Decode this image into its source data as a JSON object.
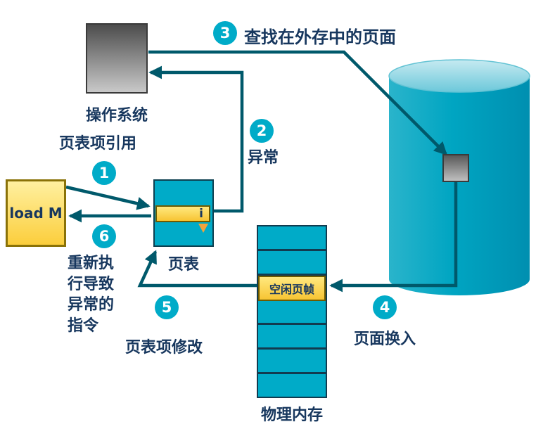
{
  "colors": {
    "teal": "#00ABC8",
    "arrow": "#00596B",
    "navy": "#17375E",
    "grid": "#123B4F",
    "yellow-border": "#6E5A00"
  },
  "nodes": {
    "os_label": "操作系统",
    "load_label": "load M",
    "page_table_label": "页表",
    "entry_label": "i",
    "free_frame_label": "空闲页帧",
    "memory_label": "物理内存"
  },
  "steps": [
    {
      "num": "1",
      "label": "页表项引用"
    },
    {
      "num": "2",
      "label": "异常"
    },
    {
      "num": "3",
      "label": "查找在外存中的页面"
    },
    {
      "num": "4",
      "label": "页面换入"
    },
    {
      "num": "5",
      "label": "页表项修改"
    },
    {
      "num": "6",
      "label": "重新执行导致异常的指令"
    }
  ]
}
